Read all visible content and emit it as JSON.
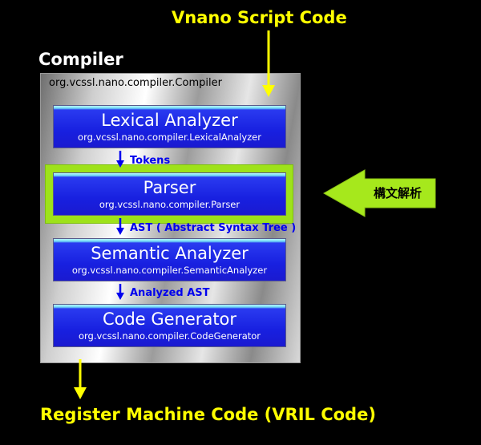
{
  "input_label": "Vnano Script Code",
  "output_label": "Register Machine Code (VRIL Code)",
  "compiler": {
    "title": "Compiler",
    "class_name": "org.vcssl.nano.compiler.Compiler"
  },
  "stages": [
    {
      "title": "Lexical Analyzer",
      "class_name": "org.vcssl.nano.compiler.LexicalAnalyzer"
    },
    {
      "title": "Parser",
      "class_name": "org.vcssl.nano.compiler.Parser"
    },
    {
      "title": "Semantic Analyzer",
      "class_name": "org.vcssl.nano.compiler.SemanticAnalyzer"
    },
    {
      "title": "Code Generator",
      "class_name": "org.vcssl.nano.compiler.CodeGenerator"
    }
  ],
  "flows": [
    {
      "label": "Tokens"
    },
    {
      "label": "AST ( Abstract Syntax Tree )"
    },
    {
      "label": "Analyzed AST"
    }
  ],
  "callout": {
    "label": "構文解析"
  },
  "colors": {
    "background": "#000000",
    "io_text": "#ffff00",
    "stage_fill": "#1820e0",
    "highlight": "#9ee21a",
    "flow_arrow": "#0000ee"
  }
}
